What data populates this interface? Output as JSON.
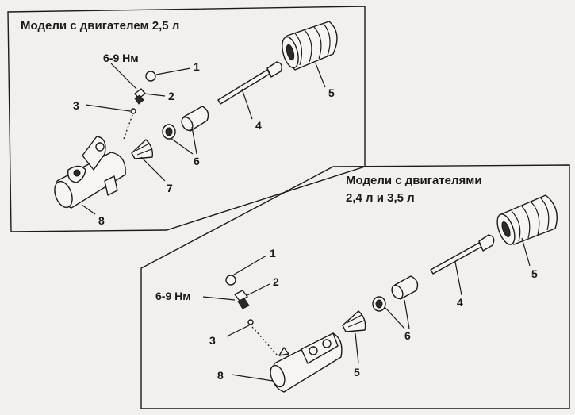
{
  "panel_top": {
    "title": "Модели с двигателем 2,5 л",
    "torque": "6-9 Нм",
    "labels": {
      "p1": "1",
      "p2": "2",
      "p3": "3",
      "p4": "4",
      "p5": "5",
      "p6": "6",
      "p7": "7",
      "p8": "8"
    }
  },
  "panel_bottom": {
    "title_line1": "Модели с двигателями",
    "title_line2": "2,4 л и 3,5 л",
    "torque": "6-9 Нм",
    "labels": {
      "p1": "1",
      "p2": "2",
      "p3": "3",
      "p4": "4",
      "p5a": "5",
      "p5b": "5",
      "p6": "6",
      "p8": "8"
    }
  }
}
